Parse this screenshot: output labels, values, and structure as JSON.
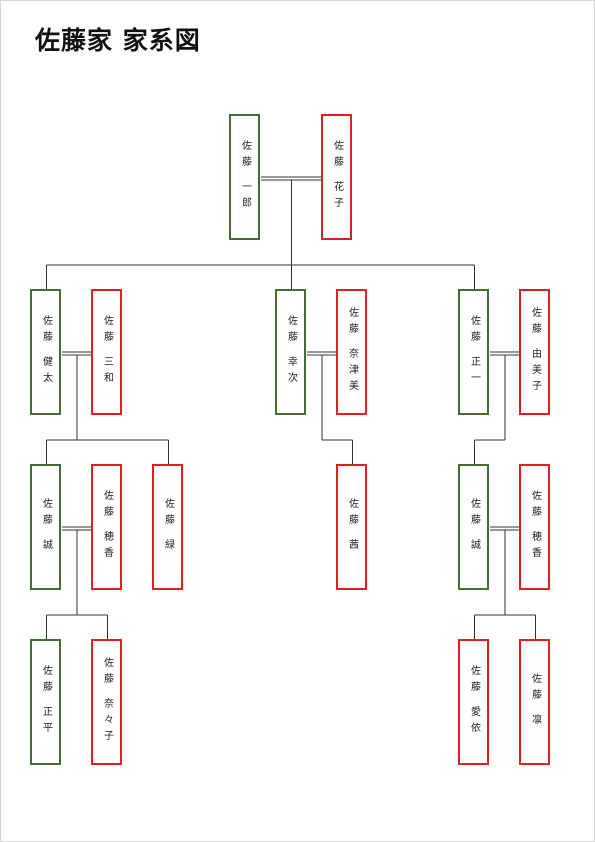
{
  "title": "佐藤家 家系図",
  "colors": {
    "male": "#4a6a35",
    "female": "#e02020",
    "line": "#333333"
  },
  "people": {
    "ichiro": {
      "name": "佐藤 一郎",
      "sex": "male"
    },
    "hanako": {
      "name": "佐藤 花子",
      "sex": "female"
    },
    "kenta": {
      "name": "佐藤 健太",
      "sex": "male"
    },
    "miwa": {
      "name": "佐藤 三和",
      "sex": "female"
    },
    "koji": {
      "name": "佐藤 幸次",
      "sex": "male"
    },
    "natsumi": {
      "name": "佐藤 奈津美",
      "sex": "female"
    },
    "shoichi": {
      "name": "佐藤 正一",
      "sex": "male"
    },
    "yumiko": {
      "name": "佐藤 由美子",
      "sex": "female"
    },
    "makoto1": {
      "name": "佐藤 誠",
      "sex": "male"
    },
    "honoka1": {
      "name": "佐藤 穂香",
      "sex": "female"
    },
    "midori": {
      "name": "佐藤 緑",
      "sex": "female"
    },
    "akane": {
      "name": "佐藤 茜",
      "sex": "female"
    },
    "makoto2": {
      "name": "佐藤 誠",
      "sex": "male"
    },
    "honoka2": {
      "name": "佐藤 穂香",
      "sex": "female"
    },
    "shohei": {
      "name": "佐藤 正平",
      "sex": "male"
    },
    "nanako": {
      "name": "佐藤 奈々子",
      "sex": "female"
    },
    "mei": {
      "name": "佐藤 愛依",
      "sex": "female"
    },
    "rin": {
      "name": "佐藤 凛",
      "sex": "female"
    }
  },
  "couples": [
    {
      "husband": "ichiro",
      "wife": "hanako",
      "children": [
        "kenta",
        "koji",
        "shoichi"
      ]
    },
    {
      "husband": "kenta",
      "wife": "miwa",
      "children": [
        "makoto1",
        "midori"
      ]
    },
    {
      "husband": "koji",
      "wife": "natsumi",
      "children": [
        "akane"
      ]
    },
    {
      "husband": "shoichi",
      "wife": "yumiko",
      "children": [
        "makoto2"
      ]
    },
    {
      "husband": "makoto1",
      "wife": "honoka1",
      "children": [
        "shohei",
        "nanako"
      ]
    },
    {
      "husband": "makoto2",
      "wife": "honoka2",
      "children": [
        "mei",
        "rin"
      ]
    }
  ]
}
